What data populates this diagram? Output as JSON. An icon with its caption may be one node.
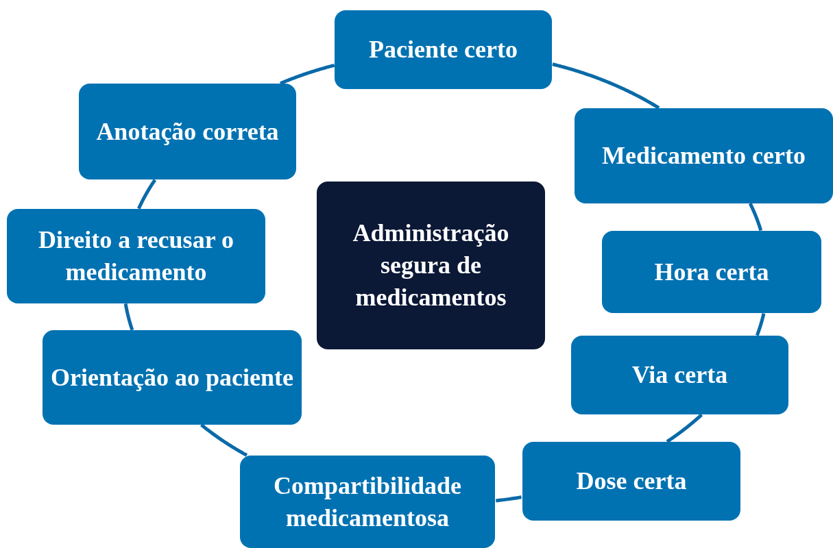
{
  "diagram": {
    "nodes": [
      {
        "text": [
          "Administração segura de medicamentos"
        ]
      },
      {
        "text": [
          "Paciente certo"
        ]
      },
      {
        "text": [
          "Medicamento certo"
        ]
      },
      {
        "text": [
          "Hora certa"
        ]
      },
      {
        "text": [
          "Via certa"
        ]
      },
      {
        "text": [
          "Dose certa"
        ]
      },
      {
        "text": [
          "Compartibilidade medicamentosa"
        ]
      },
      {
        "text": [
          "Orientação ao paciente"
        ]
      },
      {
        "text": [
          "Direito a recusar o medicamento"
        ]
      },
      {
        "text": [
          "Anotação correta"
        ]
      }
    ],
    "edges": [
      {
        "from": 1,
        "to": 2,
        "arrow": "none"
      },
      {
        "from": 2,
        "to": 3,
        "arrow": "none"
      },
      {
        "from": 3,
        "to": 4,
        "arrow": "none"
      },
      {
        "from": 4,
        "to": 5,
        "arrow": "none"
      },
      {
        "from": 5,
        "to": 6,
        "arrow": "none"
      },
      {
        "from": 6,
        "to": 7,
        "arrow": "none"
      },
      {
        "from": 7,
        "to": 8,
        "arrow": "none"
      },
      {
        "from": 8,
        "to": 9,
        "arrow": "none"
      },
      {
        "from": 9,
        "to": 1,
        "arrow": "none"
      }
    ]
  }
}
